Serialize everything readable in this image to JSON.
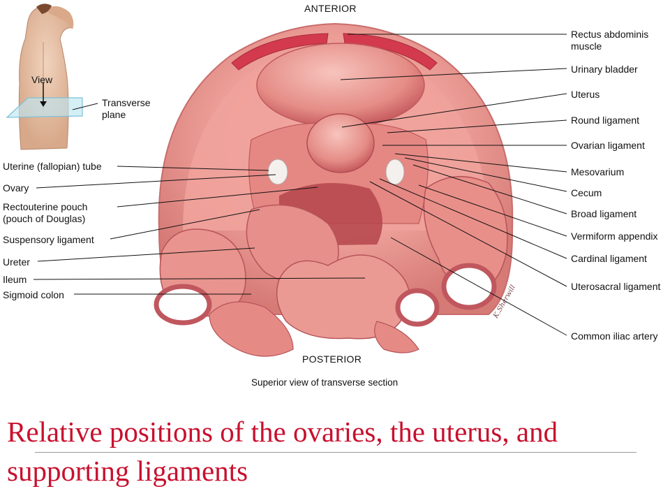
{
  "orientation": {
    "top": "ANTERIOR",
    "bottom": "POSTERIOR"
  },
  "caption": "Superior view of transverse section",
  "inset": {
    "view_label": "View",
    "plane_label": "Transverse plane"
  },
  "labels_left": [
    "Uterine (fallopian) tube",
    "Ovary",
    "Rectouterine pouch (pouch of Douglas)",
    "Suspensory ligament",
    "Ureter",
    "Ileum",
    "Sigmoid colon"
  ],
  "labels_right": [
    "Rectus abdominis muscle",
    "Urinary bladder",
    "Uterus",
    "Round ligament",
    "Ovarian ligament",
    "Mesovarium",
    "Cecum",
    "Broad ligament",
    "Vermiform appendix",
    "Cardinal ligament",
    "Uterosacral ligament",
    "Common iliac artery"
  ],
  "artist_signature": "K.Sherwill",
  "title": "Relative positions of the ovaries, the uterus, and supporting ligaments",
  "colors": {
    "title_red": "#c8102e",
    "tissue_light": "#f4b3ad",
    "tissue_mid": "#e9837f",
    "tissue_dark": "#b5454b",
    "muscle": "#d33a4e"
  }
}
